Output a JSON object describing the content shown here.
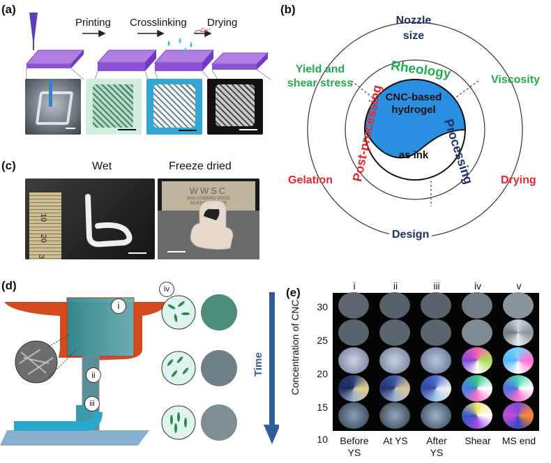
{
  "panel_a": {
    "label": "(a)",
    "steps": [
      "Printing",
      "Crosslinking",
      "Drying"
    ],
    "ion": "Ca⁺"
  },
  "panel_b": {
    "label": "(b)",
    "center_top": "CNC-based\nhydrogel",
    "center_bottom": "as ink",
    "ring_rheology": "Rheology",
    "ring_processing": "Processing",
    "ring_post": "Post-processing",
    "outer_nozzle": "Nozzle\nsize",
    "outer_yield": "Yield and\nshear stress",
    "outer_viscosity": "Viscosity",
    "outer_gelation": "Gelation",
    "outer_drying": "Drying",
    "outer_design": "Design",
    "colors": {
      "navy": "#1f2f6b",
      "green": "#1fae4b",
      "red": "#e8262a",
      "blue": "#2a8fe0"
    }
  },
  "panel_c": {
    "label": "(c)",
    "wet": "Wet",
    "freeze": "Freeze dried",
    "ruler_marks": [
      "10",
      "20",
      "3"
    ],
    "sign_text": "WWSC",
    "sign_sub": "WALLENBERG WOOD\nSCIENCE CENTER"
  },
  "panel_d": {
    "label": "(d)",
    "markers": [
      "i",
      "ii",
      "iii",
      "iv"
    ],
    "time_label": "Time"
  },
  "panel_e": {
    "label": "(e)",
    "columns": [
      "i",
      "ii",
      "iii",
      "iv",
      "v"
    ],
    "rows": [
      "30",
      "25",
      "20",
      "15",
      "10"
    ],
    "ylabel": "Concentration of CNC",
    "xcats": [
      "Before\nYS",
      "At YS",
      "After\nYS",
      "Shear",
      "MS end"
    ]
  }
}
